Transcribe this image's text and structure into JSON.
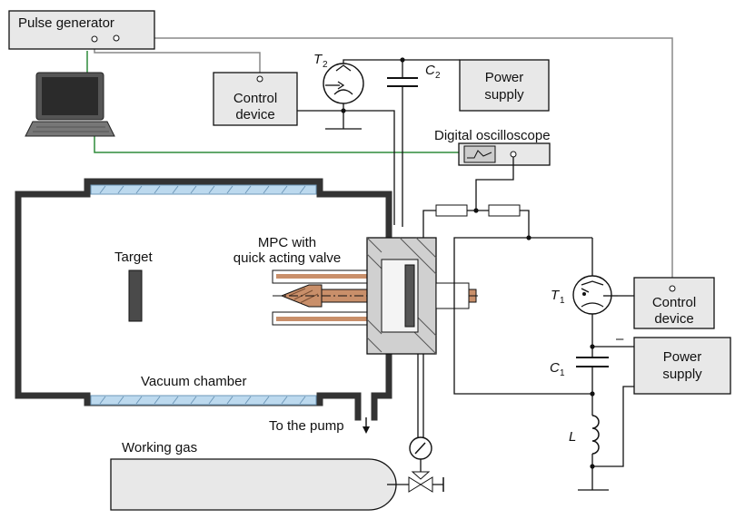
{
  "labels": {
    "pulse_generator": "Pulse generator",
    "control_device_top_line1": "Control",
    "control_device_top_line2": "device",
    "t2_main": "T",
    "t2_sub": "2",
    "c2_main": "C",
    "c2_sub": "2",
    "power_supply_top_line1": "Power",
    "power_supply_top_line2": "supply",
    "digital_oscilloscope": "Digital oscilloscope",
    "mpc_line1": "MPC with",
    "mpc_line2": "quick acting valve",
    "target": "Target",
    "vacuum_chamber": "Vacuum chamber",
    "to_the_pump": "To the pump",
    "working_gas": "Working gas",
    "t1_main": "T",
    "t1_sub": "1",
    "control_device_right_line1": "Control",
    "control_device_right_line2": "device",
    "c1_main": "C",
    "c1_sub": "1",
    "minus_sign": "–",
    "power_supply_right_line1": "Power",
    "power_supply_right_line2": "supply",
    "inductor": "L"
  },
  "colors": {
    "wire": "#111111",
    "signal_wire": "#888888",
    "green_wire": "#2e8b3a",
    "box_fill": "#e8e8e8",
    "window_fill": "#bcd9ee",
    "electrode_copper": "#c98f6a",
    "target_fill": "#4a4a4a"
  }
}
